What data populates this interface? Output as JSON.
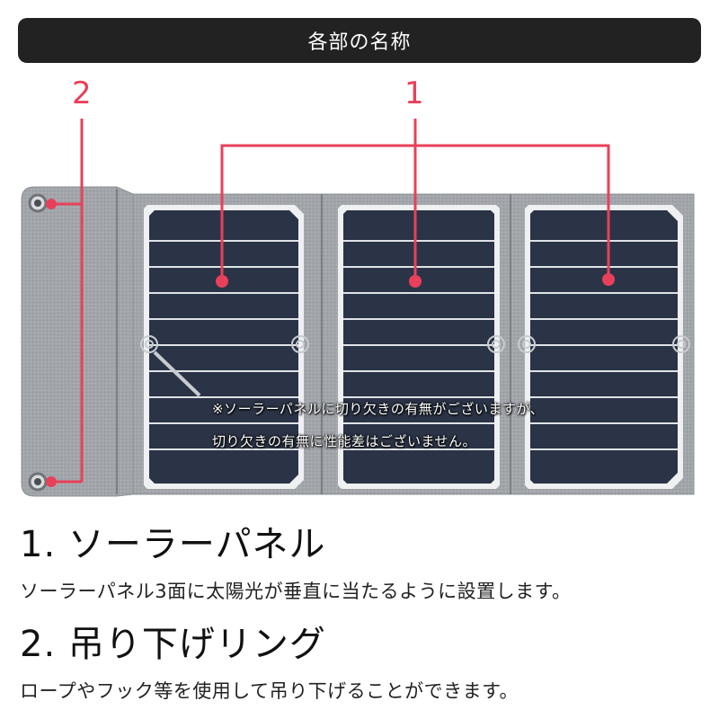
{
  "header": {
    "title": "各部の名称"
  },
  "callouts": {
    "panel_number": "1",
    "ring_number": "2"
  },
  "notice": {
    "line1": "※ソーラーパネルに切り欠きの有無がございますが、",
    "line2": "切り欠きの有無に性能差はございません。"
  },
  "sections": [
    {
      "heading": "1. ソーラーパネル",
      "description": "ソーラーパネル3面に太陽光が垂直に当たるように設置します。"
    },
    {
      "heading": "2. 吊り下げリング",
      "description": "ロープやフック等を使用して吊り下げることができます。"
    }
  ],
  "colors": {
    "accent": "#e8405a",
    "header_bg": "#222222",
    "fabric": "#9a9ea3",
    "cell": "#2b3446"
  }
}
